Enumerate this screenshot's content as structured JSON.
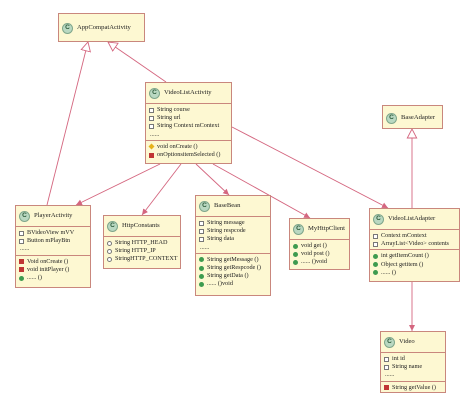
{
  "classes": {
    "appcompat": {
      "badge": "C",
      "name": "AppCompatActivity",
      "compartments": []
    },
    "videolistactivity": {
      "badge": "C",
      "name": "VideoListActivity",
      "compartments": [
        [
          {
            "marker": "field",
            "text": "String course"
          },
          {
            "marker": "field",
            "text": "String url"
          },
          {
            "marker": "field",
            "text": "String Context mContext"
          },
          {
            "marker": "none",
            "text": "......"
          }
        ],
        [
          {
            "marker": "protected",
            "text": "void onCreate ()"
          },
          {
            "marker": "private",
            "text": "onOptionsitemSelected ()"
          }
        ]
      ]
    },
    "baseadapter": {
      "badge": "C",
      "name": "BaseAdapter",
      "compartments": []
    },
    "playeractivity": {
      "badge": "C",
      "name": "PlayerActivity",
      "compartments": [
        [
          {
            "marker": "field",
            "text": "BVideoView mVV"
          },
          {
            "marker": "field",
            "text": "Button mPlayBtn"
          },
          {
            "marker": "none",
            "text": "......"
          }
        ],
        [
          {
            "marker": "private",
            "text": "Void onCreate ()"
          },
          {
            "marker": "private",
            "text": "void initPlayer ()"
          },
          {
            "marker": "public",
            "text": "...... ()"
          }
        ]
      ]
    },
    "httpconstants": {
      "badge": "C",
      "name": "HttpConstants",
      "compartments": [
        [
          {
            "marker": "package",
            "text": "String HTTP_HEAD"
          },
          {
            "marker": "package",
            "text": "String HTTP_IP"
          },
          {
            "marker": "package",
            "text": "StringHTTP_CONTEXT"
          }
        ]
      ]
    },
    "basebean": {
      "badge": "C",
      "name": "BaseBean",
      "compartments": [
        [
          {
            "marker": "field",
            "text": "String message"
          },
          {
            "marker": "field",
            "text": "String respcode"
          },
          {
            "marker": "field",
            "text": "String data"
          },
          {
            "marker": "none",
            "text": "......"
          }
        ],
        [
          {
            "marker": "public",
            "text": "String getMessage ()"
          },
          {
            "marker": "public",
            "text": "String getRespcode ()"
          },
          {
            "marker": "public",
            "text": "String getData ()"
          },
          {
            "marker": "public",
            "text": "...... ()void"
          }
        ]
      ]
    },
    "myhttpclient": {
      "badge": "C",
      "name": "MyHttpClient",
      "compartments": [
        [
          {
            "marker": "public",
            "text": "void get ()"
          },
          {
            "marker": "public",
            "text": "void post ()"
          },
          {
            "marker": "public",
            "text": "...... ()void"
          }
        ]
      ]
    },
    "videolistadapter": {
      "badge": "C",
      "name": "VideoListAdapter",
      "compartments": [
        [
          {
            "marker": "field",
            "text": "Context mContext"
          },
          {
            "marker": "field",
            "text": "ArrayList<Video> contents"
          }
        ],
        [
          {
            "marker": "public",
            "text": "int getItemCount ()"
          },
          {
            "marker": "public",
            "text": "Object getitem ()"
          },
          {
            "marker": "public",
            "text": "...... ()"
          }
        ]
      ]
    },
    "video": {
      "badge": "C",
      "name": "Video",
      "compartments": [
        [
          {
            "marker": "field",
            "text": "int id"
          },
          {
            "marker": "field",
            "text": "String name"
          },
          {
            "marker": "none",
            "text": "......"
          }
        ],
        [
          {
            "marker": "private",
            "text": "String getValue ()"
          }
        ]
      ]
    }
  },
  "relations": [
    {
      "from": "videolistactivity",
      "to": "appcompat",
      "kind": "inheritance"
    },
    {
      "from": "playeractivity",
      "to": "appcompat",
      "kind": "inheritance"
    },
    {
      "from": "videolistadapter",
      "to": "baseadapter",
      "kind": "inheritance"
    },
    {
      "from": "videolistactivity",
      "to": "playeractivity",
      "kind": "association"
    },
    {
      "from": "videolistactivity",
      "to": "httpconstants",
      "kind": "association"
    },
    {
      "from": "videolistactivity",
      "to": "basebean",
      "kind": "association"
    },
    {
      "from": "videolistactivity",
      "to": "myhttpclient",
      "kind": "association"
    },
    {
      "from": "videolistactivity",
      "to": "videolistadapter",
      "kind": "association"
    },
    {
      "from": "videolistadapter",
      "to": "video",
      "kind": "association"
    }
  ],
  "colors": {
    "box_fill": "#fdf8d2",
    "box_border": "#c9877d",
    "badge_fill": "#b9d8c1",
    "edge": "#d4667f"
  }
}
